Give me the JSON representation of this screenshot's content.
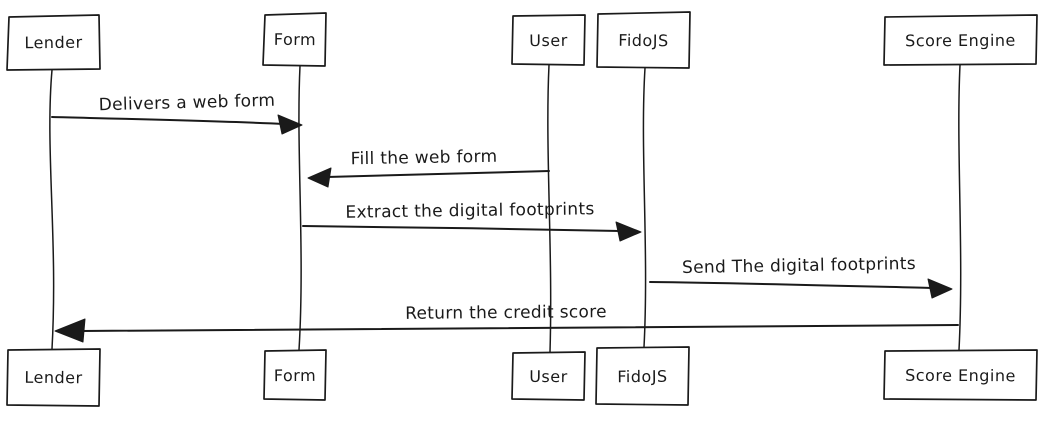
{
  "diagram": {
    "type": "sequence-diagram",
    "background": "#ffffff",
    "stroke_color": "#1a1a1a",
    "actors": [
      {
        "id": "lender",
        "name": "Lender"
      },
      {
        "id": "form",
        "name": "Form"
      },
      {
        "id": "user",
        "name": "User"
      },
      {
        "id": "fidojs",
        "name": "FidoJS"
      },
      {
        "id": "score-engine",
        "name": "Score Engine"
      }
    ],
    "messages": [
      {
        "from": "Lender",
        "to": "Form",
        "direction": "right",
        "label": "Delivers a web form"
      },
      {
        "from": "User",
        "to": "Form",
        "direction": "left",
        "label": "Fill the web form"
      },
      {
        "from": "Form",
        "to": "FidoJS",
        "direction": "right",
        "label": "Extract the digital footprints"
      },
      {
        "from": "FidoJS",
        "to": "Score Engine",
        "direction": "right",
        "label": "Send The digital footprints"
      },
      {
        "from": "Score Engine",
        "to": "Lender",
        "direction": "left",
        "label": "Return the credit score"
      }
    ]
  }
}
